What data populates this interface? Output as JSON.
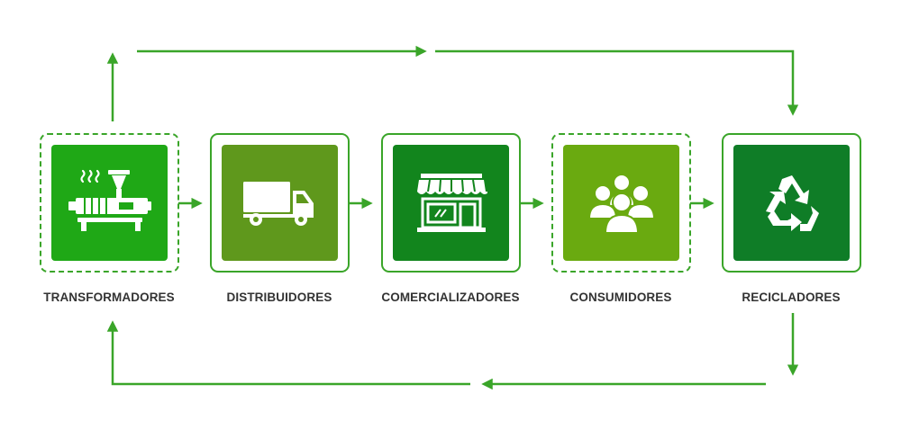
{
  "stages": [
    {
      "label": "TRANSFORMADORES",
      "icon": "injection-machine-icon",
      "frame": "dashed",
      "color": "#1fa816"
    },
    {
      "label": "DISTRIBUIDORES",
      "icon": "truck-icon",
      "frame": "solid",
      "color": "#5f981c"
    },
    {
      "label": "COMERCIALIZADORES",
      "icon": "storefront-icon",
      "frame": "solid",
      "color": "#12851d"
    },
    {
      "label": "CONSUMIDORES",
      "icon": "people-icon",
      "frame": "dashed",
      "color": "#6aaa10"
    },
    {
      "label": "RECICLADORES",
      "icon": "recycle-icon",
      "frame": "solid",
      "color": "#0f7d27"
    }
  ],
  "colors": {
    "arrow": "#3aa529",
    "frame": "#3aa529",
    "text": "#333333"
  }
}
